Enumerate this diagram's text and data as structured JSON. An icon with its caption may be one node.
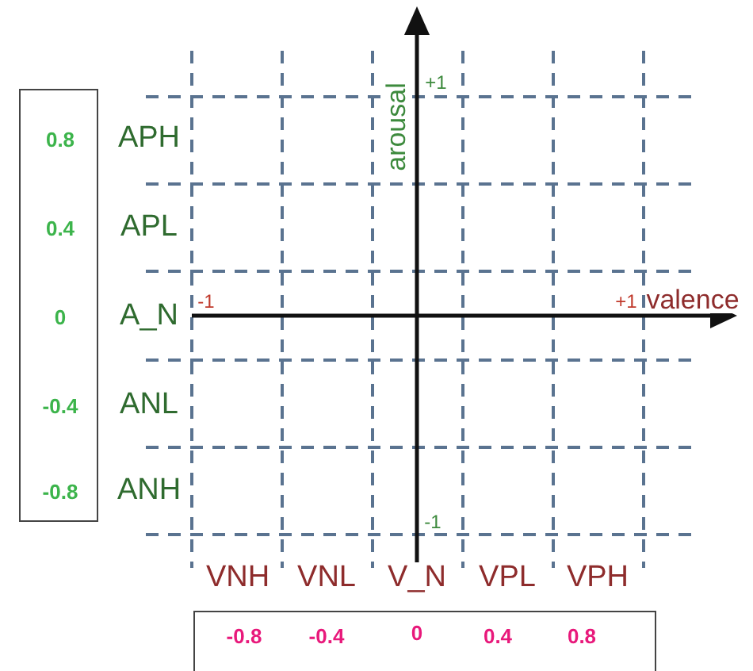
{
  "diagram": {
    "nodes": [
      {
        "text": [
          "0.8",
          "0.4",
          "0",
          "-0.4",
          "-0.8"
        ]
      },
      {
        "text": [
          "-0.8",
          "-0.4",
          "0",
          "0.4",
          "0.8"
        ]
      }
    ],
    "labels": [
      "arousal",
      "+1",
      "APH",
      "APL",
      "A_N",
      "-1",
      "+1",
      "valence",
      "ANL",
      "ANH",
      "-1",
      "VNH",
      "VNL",
      "V_N",
      "VPL",
      "VPH"
    ]
  }
}
